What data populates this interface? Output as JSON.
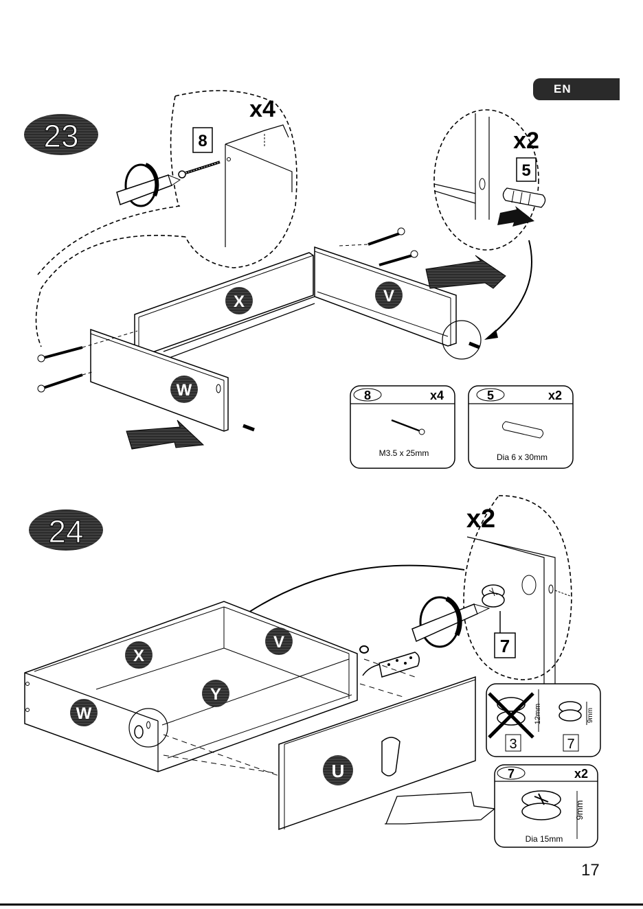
{
  "language_tab": "EN",
  "page_number": "17",
  "step23": {
    "number": "23",
    "screw_callout": {
      "quantity": "x4",
      "part": "8"
    },
    "dowel_callout": {
      "quantity": "x2",
      "part": "5"
    },
    "panels": {
      "x": "X",
      "v": "V",
      "w": "W"
    },
    "part_boxes": [
      {
        "part": "8",
        "quantity": "x4",
        "spec": "M3.5 x 25mm"
      },
      {
        "part": "5",
        "quantity": "x2",
        "spec": "Dia 6 x 30mm"
      }
    ]
  },
  "step24": {
    "number": "24",
    "cam_callout": {
      "quantity": "x2",
      "part": "7"
    },
    "panels": {
      "x": "X",
      "v": "V",
      "y": "Y",
      "w": "W",
      "u": "U"
    },
    "comparison": {
      "wrong_part": "3",
      "wrong_height": "12mm",
      "right_part": "7",
      "right_height": "9mm"
    },
    "part_box": {
      "part": "7",
      "quantity": "x2",
      "height": "9mm",
      "spec": "Dia 15mm"
    }
  }
}
